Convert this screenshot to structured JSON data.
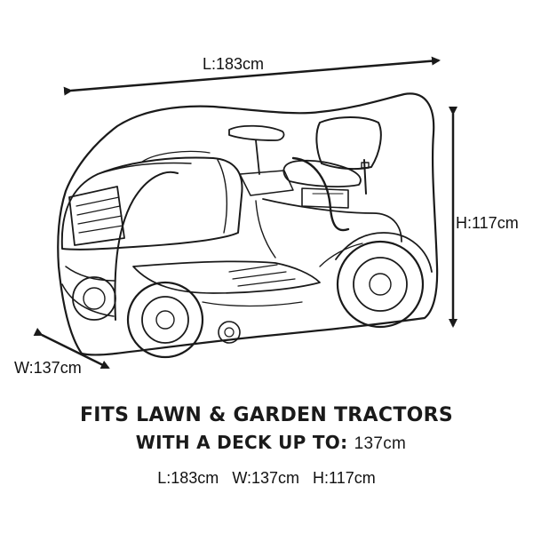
{
  "dimensions": {
    "length_label": "L:183cm",
    "width_label": "W:137cm",
    "height_label": "H:117cm"
  },
  "headline": {
    "line1": "FITS LAWN & GARDEN TRACTORS",
    "line2_prefix": "WITH A DECK UP TO:",
    "line2_value": "137cm"
  },
  "specs": {
    "length": "L:183cm",
    "width": "W:137cm",
    "height": "H:117cm"
  },
  "colors": {
    "line": "#1a1a1a",
    "text": "#111111",
    "background": "#ffffff"
  }
}
